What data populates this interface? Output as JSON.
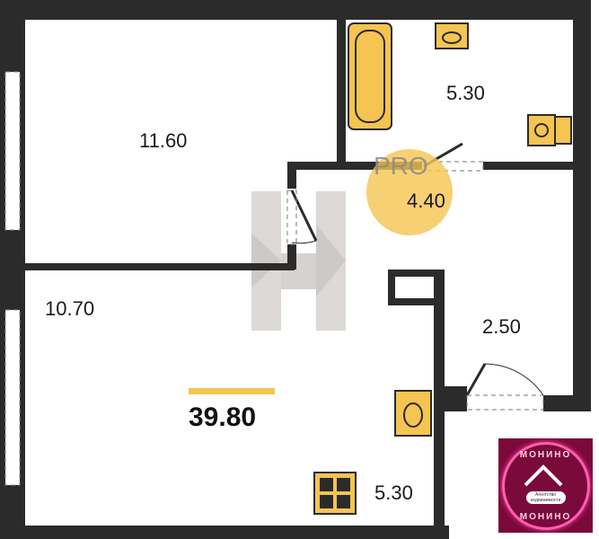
{
  "rooms": [
    {
      "name": "room-1",
      "area": "11.60"
    },
    {
      "name": "room-2",
      "area": "10.70"
    },
    {
      "name": "bathroom",
      "area": "5.30"
    },
    {
      "name": "hallway",
      "area": "4.40"
    },
    {
      "name": "corridor",
      "area": "2.50"
    },
    {
      "name": "kitchen",
      "area": "5.30"
    }
  ],
  "total_area": "39.80",
  "watermark": "PRO",
  "logo": {
    "top_text": "МОНИНО",
    "bottom_text": "МОНИНО",
    "tagline": "Агентство недвижимости"
  },
  "colors": {
    "wall": "#2b2b2b",
    "fixture": "#f5c451",
    "accent": "#f5c451",
    "logo_bg": "#7a0a3a"
  }
}
